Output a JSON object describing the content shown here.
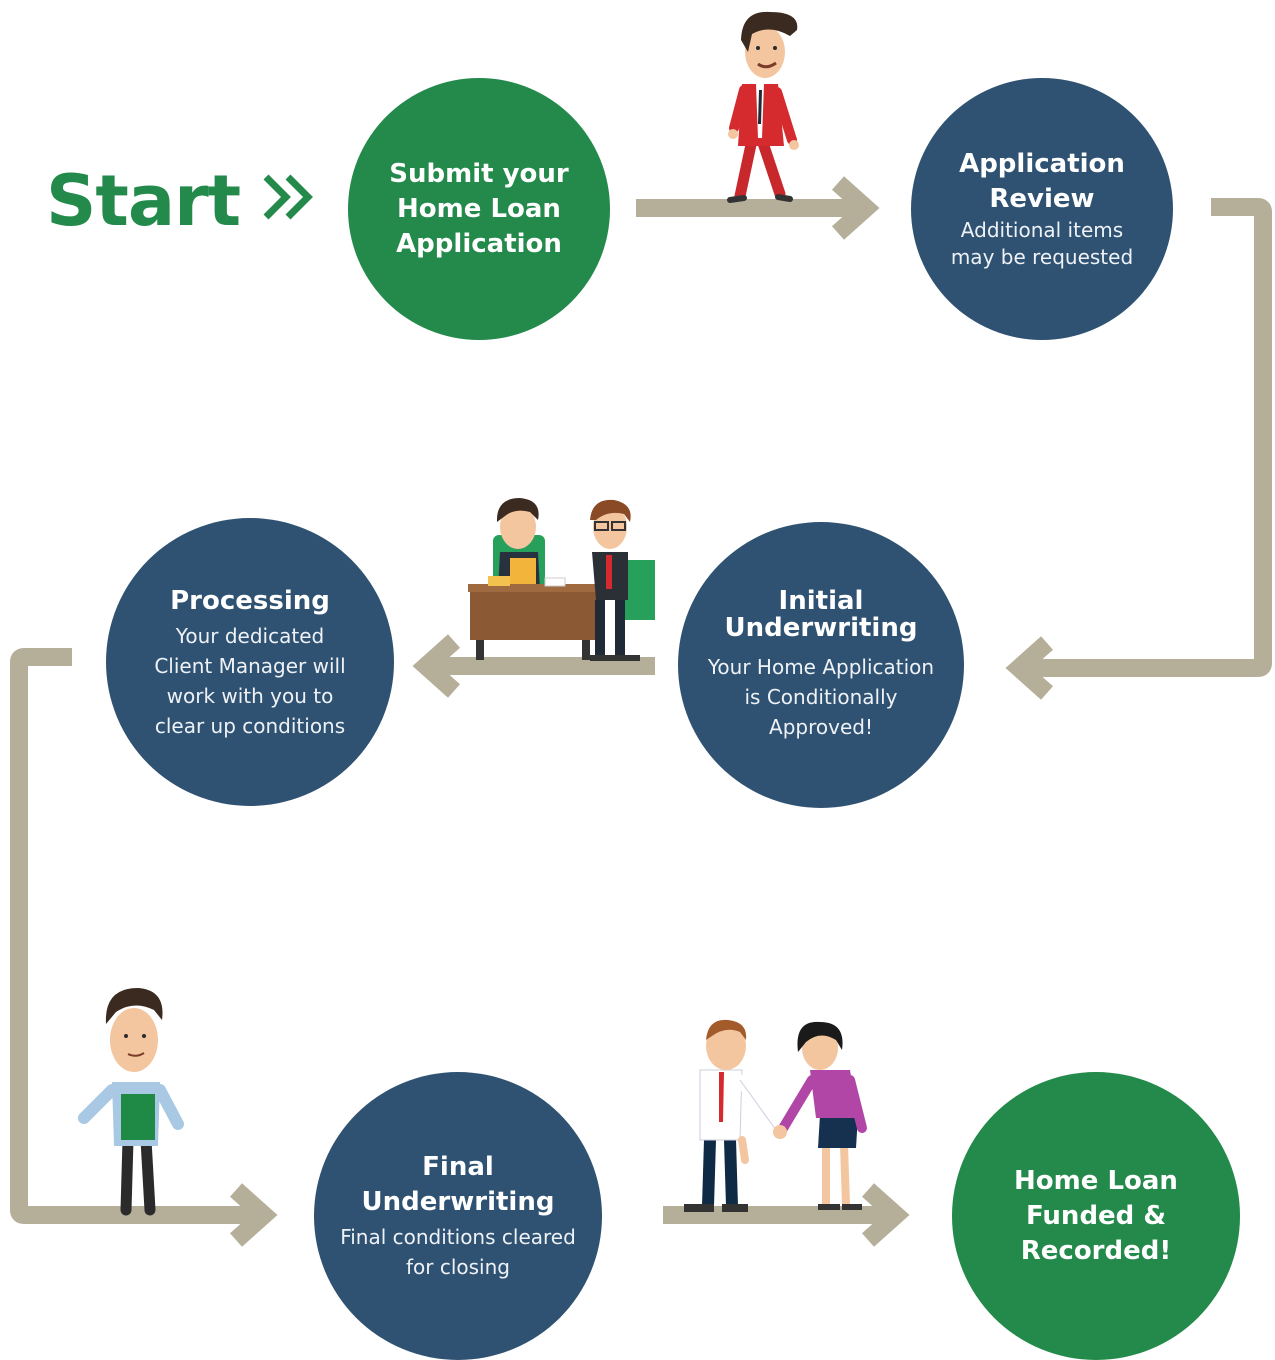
{
  "start": {
    "label": "Start"
  },
  "steps": [
    {
      "title": "Submit your\nHome Loan\nApplication",
      "description": ""
    },
    {
      "title": "Application\nReview",
      "description": "Additional items\nmay be requested"
    },
    {
      "title": "Initial\nUnderwriting",
      "description": "Your Home Application\nis Conditionally\nApproved!"
    },
    {
      "title": "Processing",
      "description": "Your dedicated\nClient Manager will\nwork with you to\nclear up conditions"
    },
    {
      "title": "Final Underwriting",
      "description": "Final conditions cleared\nfor closing"
    },
    {
      "title": "Home Loan\nFunded &\nRecorded!",
      "description": ""
    }
  ],
  "colors": {
    "accent_green": "#238a4b",
    "navy": "#2f5272",
    "arrow": "#b5ae99"
  },
  "illustrations": [
    "walking-man-red-suit",
    "desk-meeting-two-men",
    "man-holding-green-folder",
    "handshake-man-woman"
  ]
}
